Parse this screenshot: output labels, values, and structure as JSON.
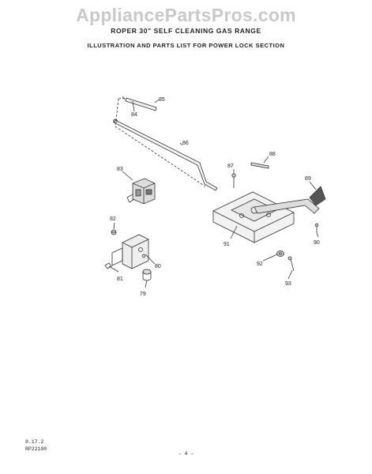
{
  "header": {
    "watermark": "AppliancePartsPros.com",
    "title": "ROPER 30\" SELF CLEANING GAS RANGE",
    "subtitle": "ILLUSTRATION AND PARTS LIST FOR POWER LOCK SECTION"
  },
  "callouts": {
    "c79": "79",
    "c80": "80",
    "c81": "81",
    "c82": "82",
    "c83": "83",
    "c84": "84",
    "c85": "85",
    "c86": "86",
    "c87": "87",
    "c88": "88",
    "c89": "89",
    "c90": "90",
    "c91": "91",
    "c92": "92",
    "c93": "93"
  },
  "footer": {
    "code1": "8.17.2",
    "code2": "RP22190",
    "page": "– 4 –"
  }
}
